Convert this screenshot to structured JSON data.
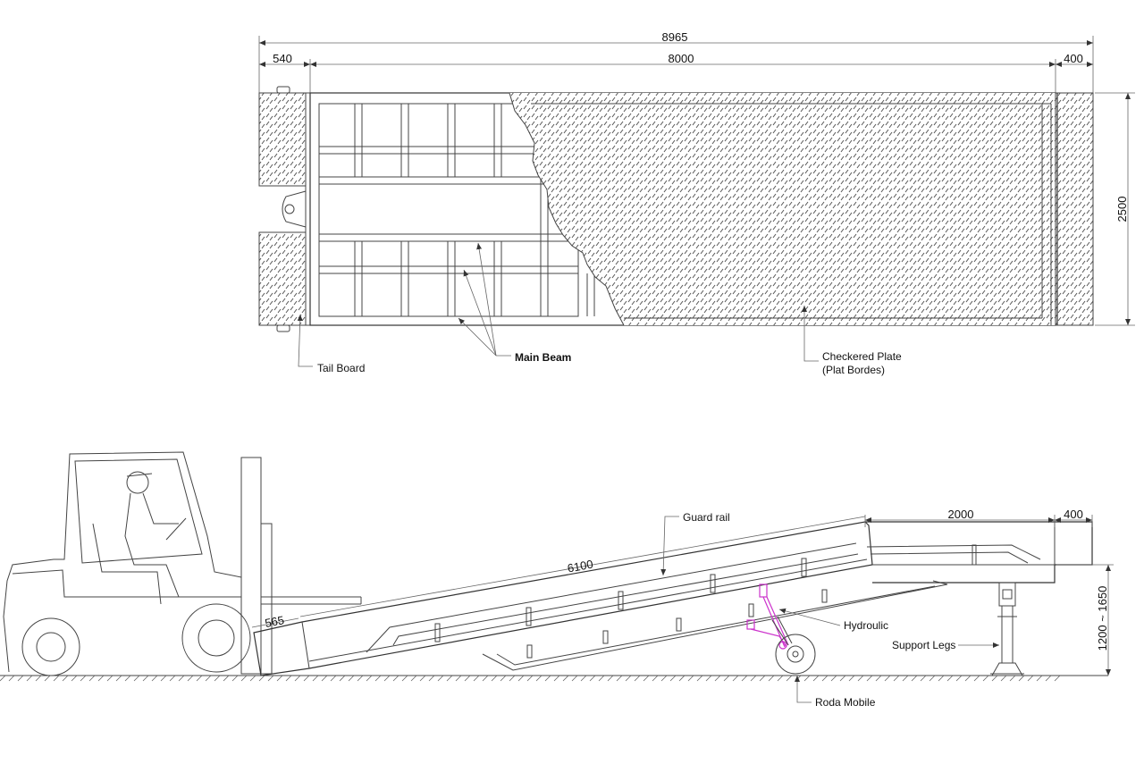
{
  "top_view": {
    "dimensions": {
      "overall": "8965",
      "tail_board": "540",
      "ramp": "8000",
      "platform": "400",
      "width": "2500"
    },
    "labels": {
      "tail_board": "Tail Board",
      "main_beam": "Main Beam",
      "checkered_plate": "Checkered Plate",
      "checkered_plate_sub": "(Plat Bordes)"
    }
  },
  "side_view": {
    "dimensions": {
      "ramp_length": "6100",
      "platform": "2000",
      "end": "400",
      "lip": "565",
      "height_range": "1200 ~ 1650"
    },
    "labels": {
      "guard_rail": "Guard rail",
      "hydraulic": "Hydroulic",
      "support_legs": "Support Legs",
      "wheel": "Roda Mobile"
    }
  },
  "colors": {
    "line": "#444444",
    "hydraulic": "#cc33cc"
  }
}
